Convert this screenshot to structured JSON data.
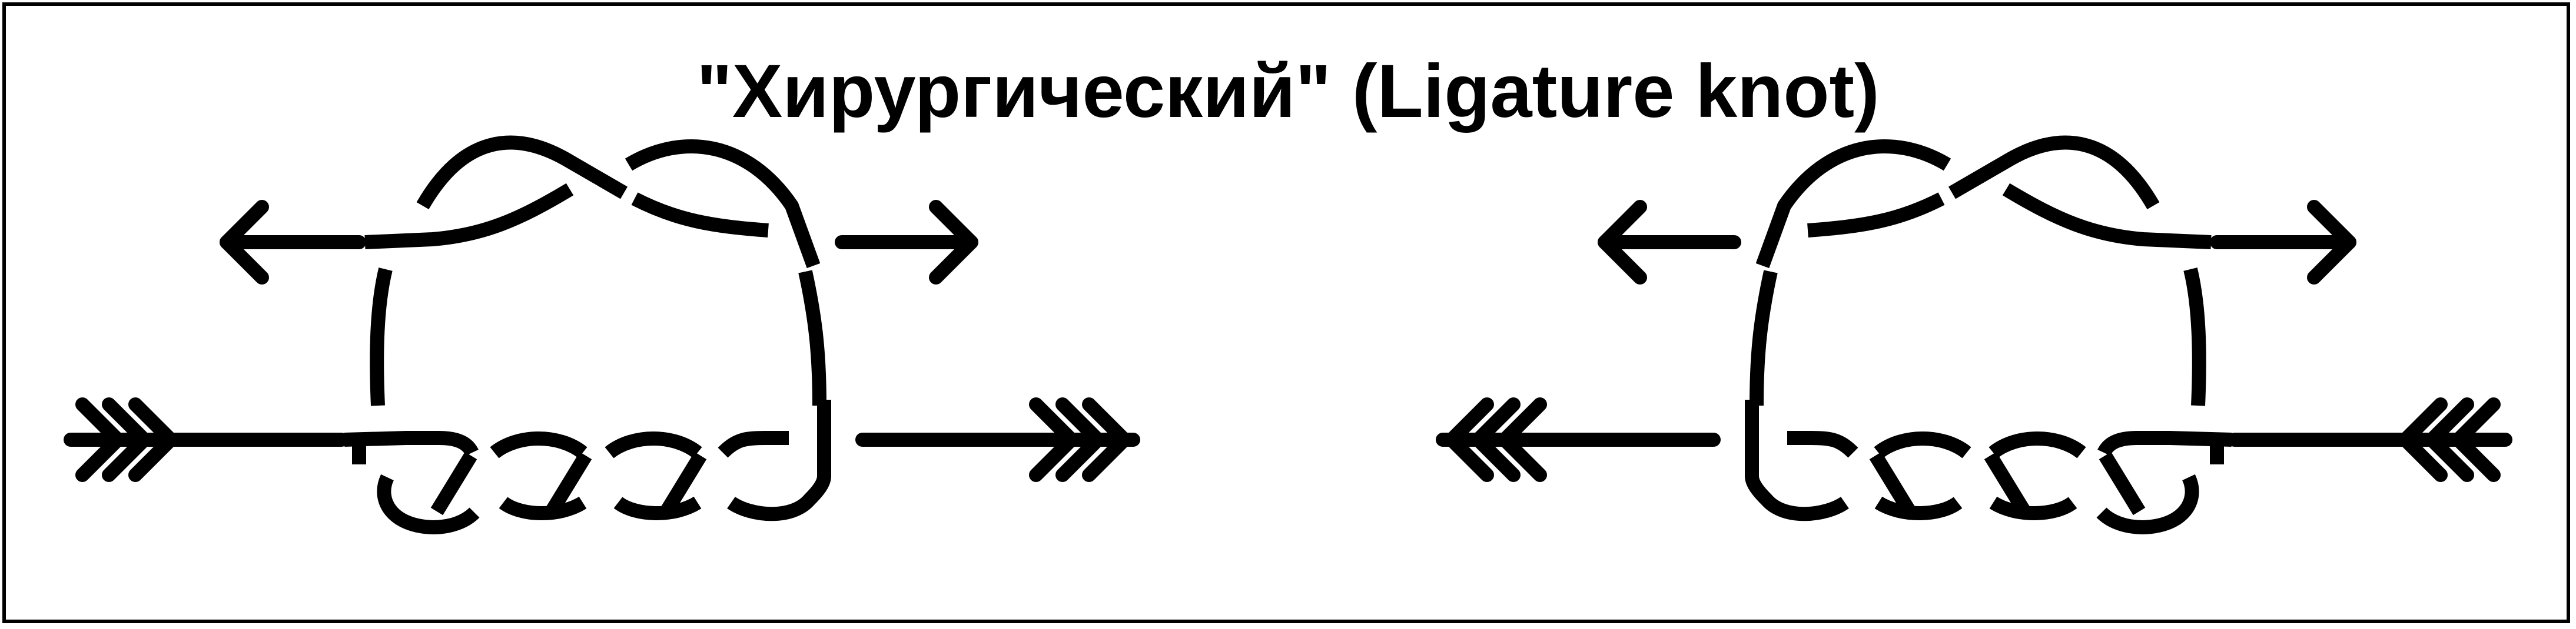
{
  "title": "\"Хирургический\" (Ligature knot)",
  "colors": {
    "line": "#000000",
    "background": "#ffffff"
  },
  "figures": [
    {
      "name": "left-knot"
    },
    {
      "name": "right-knot-mirrored"
    }
  ]
}
